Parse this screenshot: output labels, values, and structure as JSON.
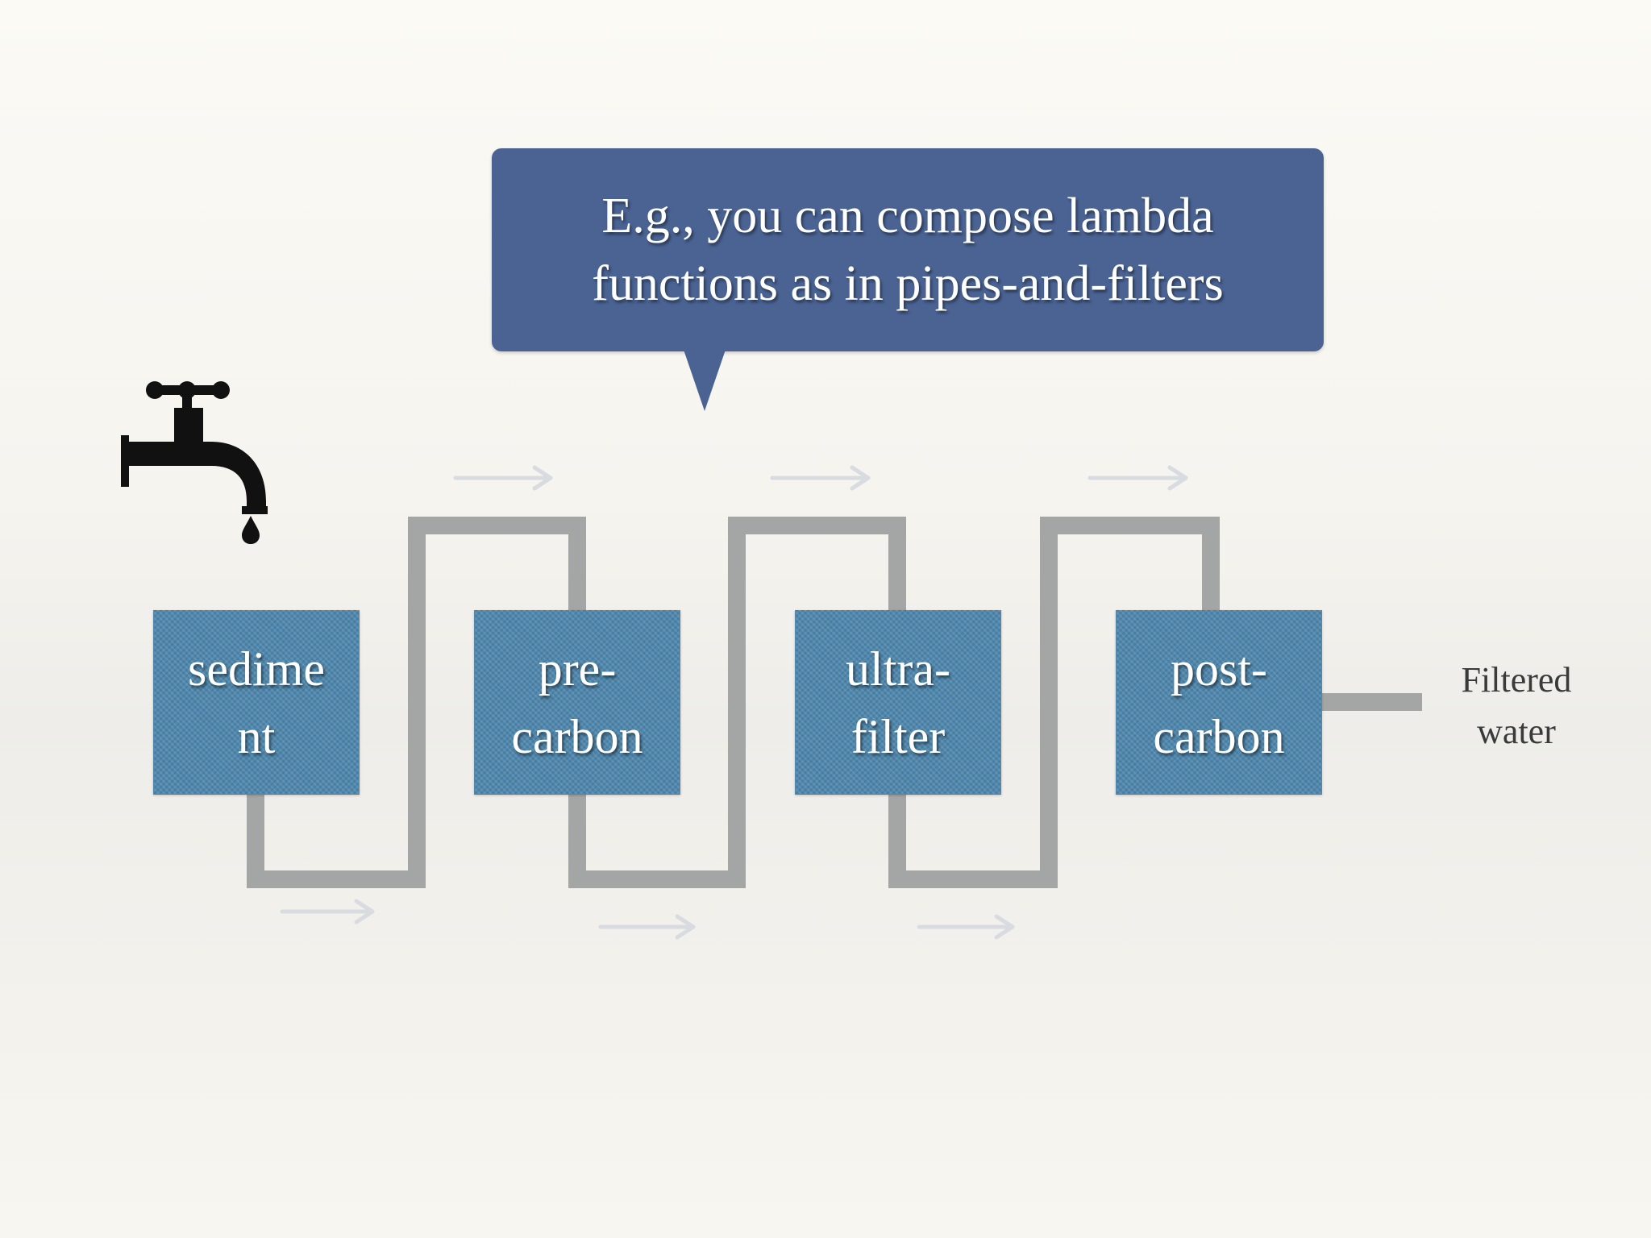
{
  "callout": {
    "lines": [
      "E.g., you can compose lambda",
      "functions as in pipes-and-filters"
    ]
  },
  "filters": [
    {
      "lines": [
        "sedime",
        "nt"
      ]
    },
    {
      "lines": [
        "pre-",
        "carbon"
      ]
    },
    {
      "lines": [
        "ultra-",
        "filter"
      ]
    },
    {
      "lines": [
        "post-",
        "carbon"
      ]
    }
  ],
  "output": {
    "lines": [
      "Filtered",
      "water"
    ]
  },
  "colors": {
    "callout_fill": "#4a6393",
    "filter_fill": "#4f88ae",
    "pipe": "#a3a6a5",
    "arrow": "#d8dbe0",
    "tap": "#111111"
  },
  "icons": {
    "source": "water-tap-icon"
  }
}
